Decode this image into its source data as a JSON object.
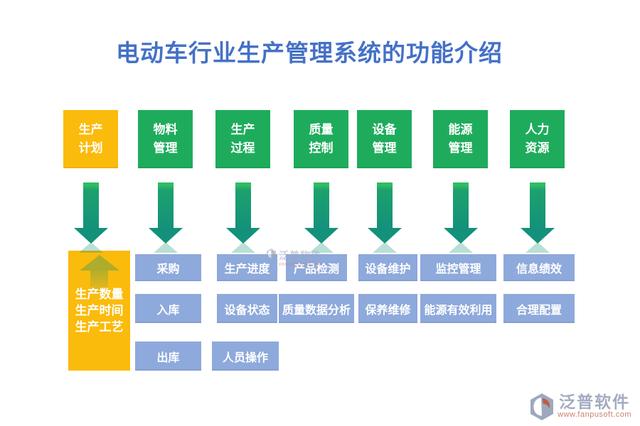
{
  "title": "电动车行业生产管理系统的功能介绍",
  "colors": {
    "title_blue": "#4471C7",
    "header_green": "#1EAC5C",
    "plan_yellow": "#FBBB0C",
    "detail_blue": "#8EA9DB",
    "arrow_teal": "#13917B",
    "arrow_cap_green": "#30BD64"
  },
  "columns": [
    {
      "header": {
        "line1": "生产",
        "line2": "计划"
      }
    },
    {
      "header": {
        "line1": "物料",
        "line2": "管理"
      },
      "details": {
        "r1": "采购",
        "r2": "入库",
        "r3": "出库"
      }
    },
    {
      "header": {
        "line1": "生产",
        "line2": "过程"
      },
      "details": {
        "r1": "生产进度",
        "r2": "设备状态",
        "r3": "人员操作"
      }
    },
    {
      "header": {
        "line1": "质量",
        "line2": "控制"
      },
      "details": {
        "r1": "产品检测",
        "r2": "质量数据分析"
      }
    },
    {
      "header": {
        "line1": "设备",
        "line2": "管理"
      },
      "details": {
        "r1": "设备维护",
        "r2": "保养维修"
      }
    },
    {
      "header": {
        "line1": "能源",
        "line2": "管理"
      },
      "details": {
        "r1": "监控管理",
        "r2": "能源有效利用"
      }
    },
    {
      "header": {
        "line1": "人力",
        "line2": "资源"
      },
      "details": {
        "r1": "信息绩效",
        "r2": "合理配置"
      }
    }
  ],
  "plan_detail": {
    "line1": "生产数量",
    "line2": "生产时间",
    "line3": "生产工艺"
  },
  "watermark": {
    "brand": "泛普软件",
    "url": "www.fanpusoft.com"
  },
  "footer": {
    "brand": "泛普软件",
    "url": "www.fanpusoft.com"
  }
}
